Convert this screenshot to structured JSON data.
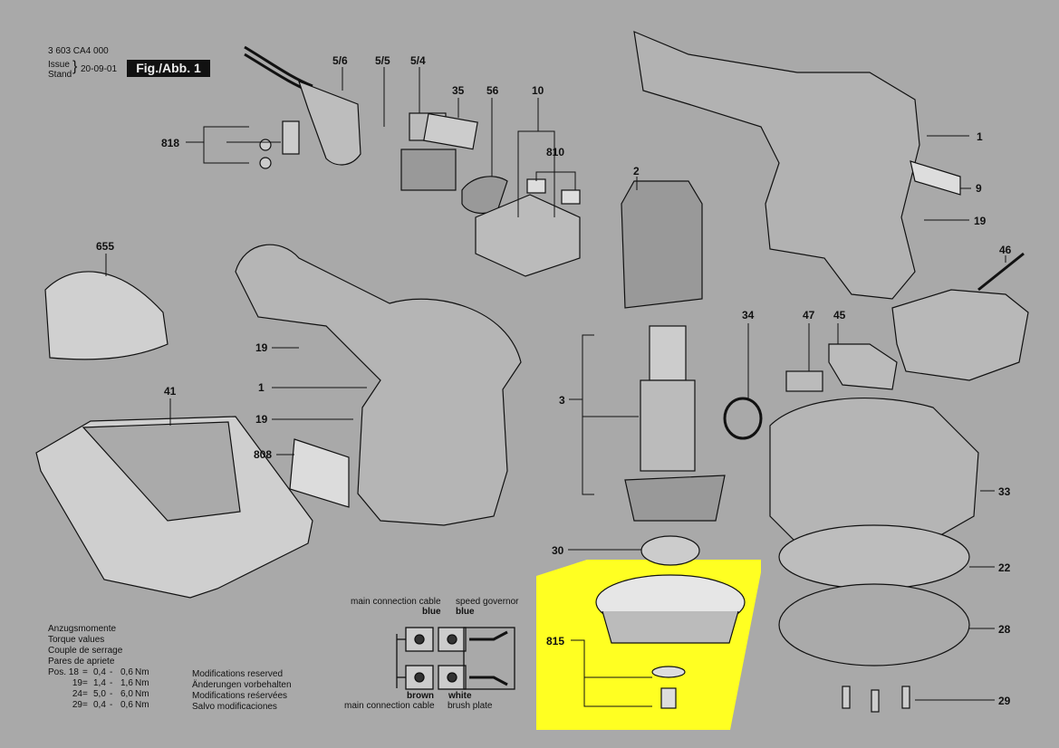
{
  "header": {
    "doc_number": "3 603 CA4 000",
    "issue_label": "Issue",
    "stand_label": "Stand",
    "date": "20-09-01",
    "fig_label": "Fig./Abb. 1"
  },
  "part_labels": {
    "p56a": "5/6",
    "p55": "5/5",
    "p54": "5/4",
    "p35": "35",
    "p56": "56",
    "p10": "10",
    "p810": "810",
    "p818": "818",
    "p2": "2",
    "p1top": "1",
    "p9": "9",
    "p19top": "19",
    "p46": "46",
    "p655": "655",
    "p19a": "19",
    "p1mid": "1",
    "p19b": "19",
    "p808": "808",
    "p41": "41",
    "p3": "3",
    "p34": "34",
    "p47": "47",
    "p45": "45",
    "p33": "33",
    "p30": "30",
    "p22": "22",
    "p815": "815",
    "p28": "28",
    "p29": "29"
  },
  "wiring": {
    "main_cable_top": "main connection cable",
    "speed_governor": "speed governor",
    "blue1": "blue",
    "blue2": "blue",
    "brown": "brown",
    "white": "white",
    "main_cable_bottom": "main connection cable",
    "brush_plate": "brush plate"
  },
  "torque": {
    "title_de": "Anzugsmomente",
    "title_en": "Torque values",
    "title_fr": "Couple de serrage",
    "title_es": "Pares de apriete",
    "rows": [
      {
        "pos": "Pos. 18",
        "eq": "=",
        "min": "0,4",
        "dash": "-",
        "max": "0,6",
        "unit": "Nm"
      },
      {
        "pos": "19",
        "eq": "=",
        "min": "1,4",
        "dash": "-",
        "max": "1,6",
        "unit": "Nm"
      },
      {
        "pos": "24",
        "eq": "=",
        "min": "5,0",
        "dash": "-",
        "max": "6,0",
        "unit": "Nm"
      },
      {
        "pos": "29",
        "eq": "=",
        "min": "0,4",
        "dash": "-",
        "max": "0,6",
        "unit": "Nm"
      }
    ]
  },
  "modifications": {
    "en": "Modifications reserved",
    "de": "Änderungen vorbehalten",
    "fr": "Modifications reśervées",
    "es": "Salvo modificaciones"
  },
  "colors": {
    "background": "#a9a9a9",
    "highlight": "#ffff22",
    "line": "#111111"
  }
}
